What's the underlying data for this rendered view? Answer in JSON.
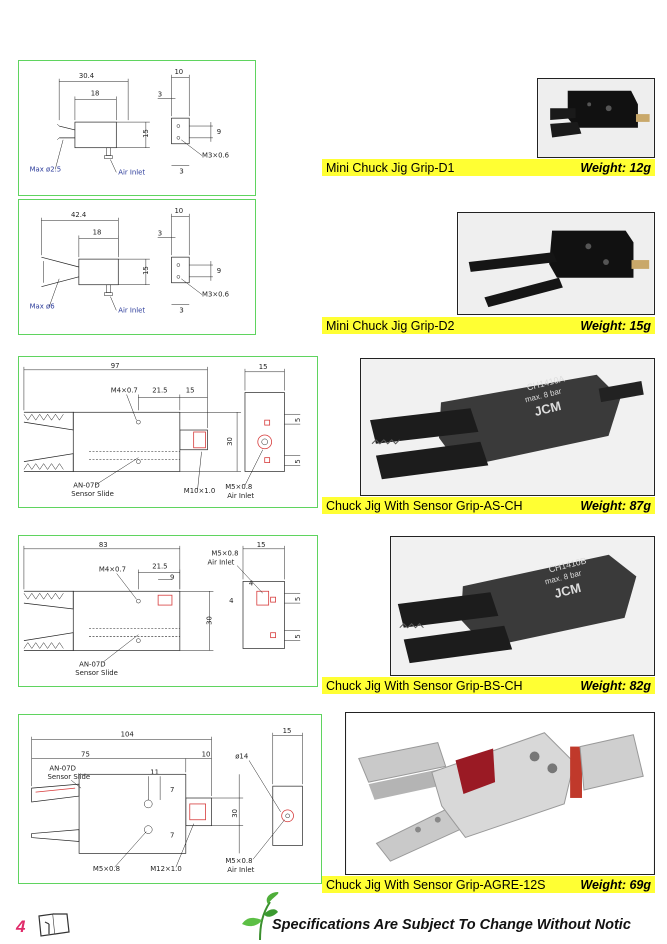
{
  "products": [
    {
      "name": "Mini Chuck Jig   Grip-D1",
      "weight": "Weight: 12g",
      "dims": {
        "a": "30.4",
        "b": "18",
        "c": "3",
        "d": "15",
        "e": "10",
        "f": "3",
        "g": "9",
        "thread": "M3×0.6",
        "max": "Max ø2.5",
        "air": "Air Inlet"
      }
    },
    {
      "name": "Mini Chuck Jig   Grip-D2",
      "weight": "Weight: 15g",
      "dims": {
        "a": "42.4",
        "b": "18",
        "c": "3",
        "d": "15",
        "e": "10",
        "f": "3",
        "g": "9",
        "thread": "M3×0.6",
        "max": "Max ø6",
        "air": "Air Inlet"
      }
    },
    {
      "name": "Chuck Jig With Sensor  Grip-AS-CH",
      "weight": "Weight: 87g",
      "dims": {
        "a": "97",
        "b": "21.5",
        "c": "15",
        "d": "15",
        "m1": "M4×0.7",
        "m2": "M10×1.0",
        "m3": "M5×0.8",
        "air": "Air Inlet",
        "h": "30",
        "s1": "5",
        "s2": "5",
        "slide": "AN-07D",
        "slide2": "Sensor Slide"
      },
      "engraving": {
        "brand": "JCM",
        "model": "CH1410A",
        "pressure": "max. 8 bar"
      }
    },
    {
      "name": "Chuck Jig With Sensor  Grip-BS-CH",
      "weight": "Weight: 82g",
      "dims": {
        "a": "83",
        "b": "21.5",
        "c": "9",
        "d": "15",
        "m1": "M4×0.7",
        "m3": "M5×0.8",
        "air": "Air Inlet",
        "h": "30",
        "four": "4",
        "four2": "4",
        "s1": "5",
        "s2": "5",
        "slide": "AN-07D",
        "slide2": "Sensor Slide"
      },
      "engraving": {
        "brand": "JCM",
        "model": "CH1410B",
        "pressure": "max. 8 bar"
      }
    },
    {
      "name": "Chuck Jig With Sensor  Grip-AGRE-12S",
      "weight": "Weight: 69g",
      "dims": {
        "a": "104",
        "b": "75",
        "c": "11",
        "d": "10",
        "e": "15",
        "dia": "ø14",
        "m1": "M5×0.8",
        "m2": "M12×1.0",
        "m3": "M5×0.8",
        "air": "Air Inlet",
        "h": "30",
        "seven": "7",
        "seven2": "7",
        "slide": "AN-07D",
        "slide2": "Sensor Slide"
      }
    }
  ],
  "footer": {
    "page": "4",
    "text": "Specifications Are Subject To Change Without Notic"
  },
  "colors": {
    "frame": "#5fd45f",
    "label": "#ffff33",
    "page_num": "#e02b6a"
  }
}
